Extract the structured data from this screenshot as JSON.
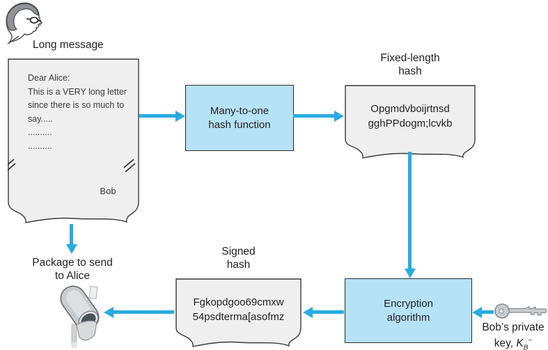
{
  "diagram": {
    "sender_label": "Long message",
    "letter": {
      "lines": [
        "Dear Alice:",
        "This is a VERY long letter",
        "since there is so much to",
        "say.....",
        "..........",
        ".........."
      ],
      "signature": "Bob"
    },
    "hash_function_box": {
      "line1": "Many-to-one",
      "line2": "hash function"
    },
    "fixed_length_hash": {
      "label_line1": "Fixed-length",
      "label_line2": "hash",
      "value_line1": "Opgmdvboijrtnsd",
      "value_line2": "gghPPdogm;lcvkb"
    },
    "signed_hash": {
      "label_line1": "Signed",
      "label_line2": "hash",
      "value_line1": "Fgkopdgoo69cmxw",
      "value_line2": "54psdterma[asofmz"
    },
    "encryption_box": {
      "line1": "Encryption",
      "line2": "algorithm"
    },
    "private_key": {
      "line1": "Bob’s private",
      "line2_prefix": "key, ",
      "symbol": "K",
      "symbol_sub": "B",
      "symbol_sup": "−"
    },
    "package_label": {
      "line1": "Package to send",
      "line2": "to Alice"
    },
    "icons": [
      "person-icon",
      "mailbox-icon",
      "key-icon"
    ],
    "colors": {
      "arrow": "#29abe2",
      "process_box_fill": "#b5e2f6",
      "paper_fill": "#f0efef",
      "outline": "#231f20"
    }
  }
}
